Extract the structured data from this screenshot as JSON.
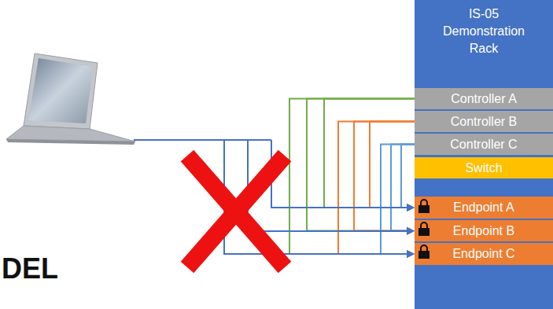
{
  "diagram": {
    "nodes": [
      {
        "text": [
          "IS-05 Demonstration Rack"
        ]
      },
      {
        "text": [
          "Controller A"
        ],
        "in": 0
      },
      {
        "text": [
          "Controller B"
        ],
        "in": 0
      },
      {
        "text": [
          "Controller C"
        ],
        "in": 0
      },
      {
        "text": [
          "Switch"
        ],
        "in": 0
      },
      {
        "text": [
          "Endpoint A"
        ],
        "in": 0
      },
      {
        "text": [
          "Endpoint B"
        ],
        "in": 0
      },
      {
        "text": [
          "Endpoint C"
        ],
        "in": 0
      }
    ],
    "edges": [
      {
        "from": 1,
        "to": 5,
        "arrow": "to"
      },
      {
        "from": 1,
        "to": 6,
        "arrow": "to"
      },
      {
        "from": 1,
        "to": 7,
        "arrow": "to"
      },
      {
        "from": 2,
        "to": 5,
        "arrow": "to"
      },
      {
        "from": 2,
        "to": 6,
        "arrow": "to"
      },
      {
        "from": 2,
        "to": 7,
        "arrow": "to"
      },
      {
        "from": 3,
        "to": 5,
        "arrow": "to"
      },
      {
        "from": 3,
        "to": 6,
        "arrow": "to"
      },
      {
        "from": 3,
        "to": 7,
        "arrow": "to"
      }
    ],
    "labels": [
      "DEL"
    ]
  }
}
